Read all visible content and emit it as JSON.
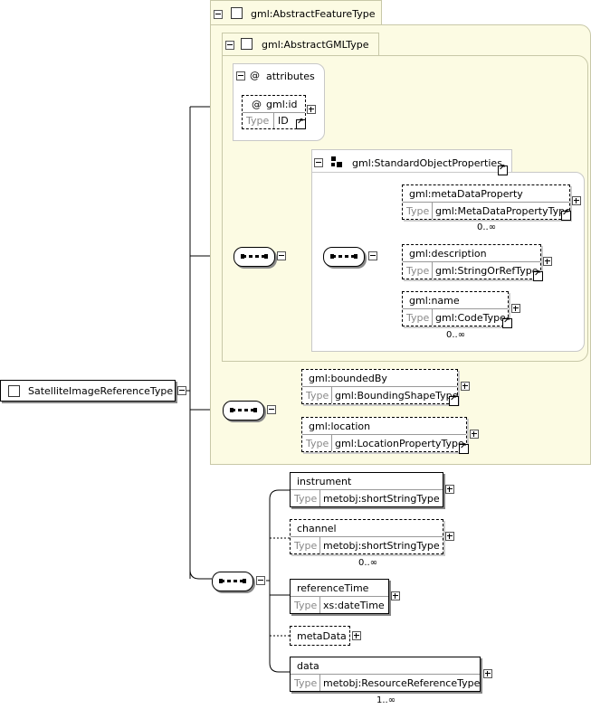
{
  "root": {
    "name": "SatelliteImageReferenceType"
  },
  "abstract_feature": {
    "title": "gml:AbstractFeatureType"
  },
  "abstract_gml": {
    "title": "gml:AbstractGMLType"
  },
  "attributes": {
    "title": "attributes",
    "at_symbol": "@",
    "id_attr": {
      "name": "gml:id",
      "type_label": "Type",
      "type": "ID"
    }
  },
  "standard_object_properties": {
    "title": "gml:StandardObjectProperties",
    "elements": [
      {
        "name": "gml:metaDataProperty",
        "type_label": "Type",
        "type": "gml:MetaDataPropertyType",
        "occurs": "0..∞"
      },
      {
        "name": "gml:description",
        "type_label": "Type",
        "type": "gml:StringOrRefType",
        "occurs": ""
      },
      {
        "name": "gml:name",
        "type_label": "Type",
        "type": "gml:CodeType",
        "occurs": "0..∞"
      }
    ]
  },
  "feature_elements": [
    {
      "name": "gml:boundedBy",
      "type_label": "Type",
      "type": "gml:BoundingShapeType"
    },
    {
      "name": "gml:location",
      "type_label": "Type",
      "type": "gml:LocationPropertyType"
    }
  ],
  "own_elements": [
    {
      "name": "instrument",
      "type_label": "Type",
      "type": "metobj:shortStringType",
      "occurs": ""
    },
    {
      "name": "channel",
      "type_label": "Type",
      "type": "metobj:shortStringType",
      "occurs": "0..∞"
    },
    {
      "name": "referenceTime",
      "type_label": "Type",
      "type": "xs:dateTime",
      "occurs": ""
    },
    {
      "name": "metaData",
      "occurs": ""
    },
    {
      "name": "data",
      "type_label": "Type",
      "type": "metobj:ResourceReferenceType",
      "occurs": "1..∞"
    }
  ]
}
